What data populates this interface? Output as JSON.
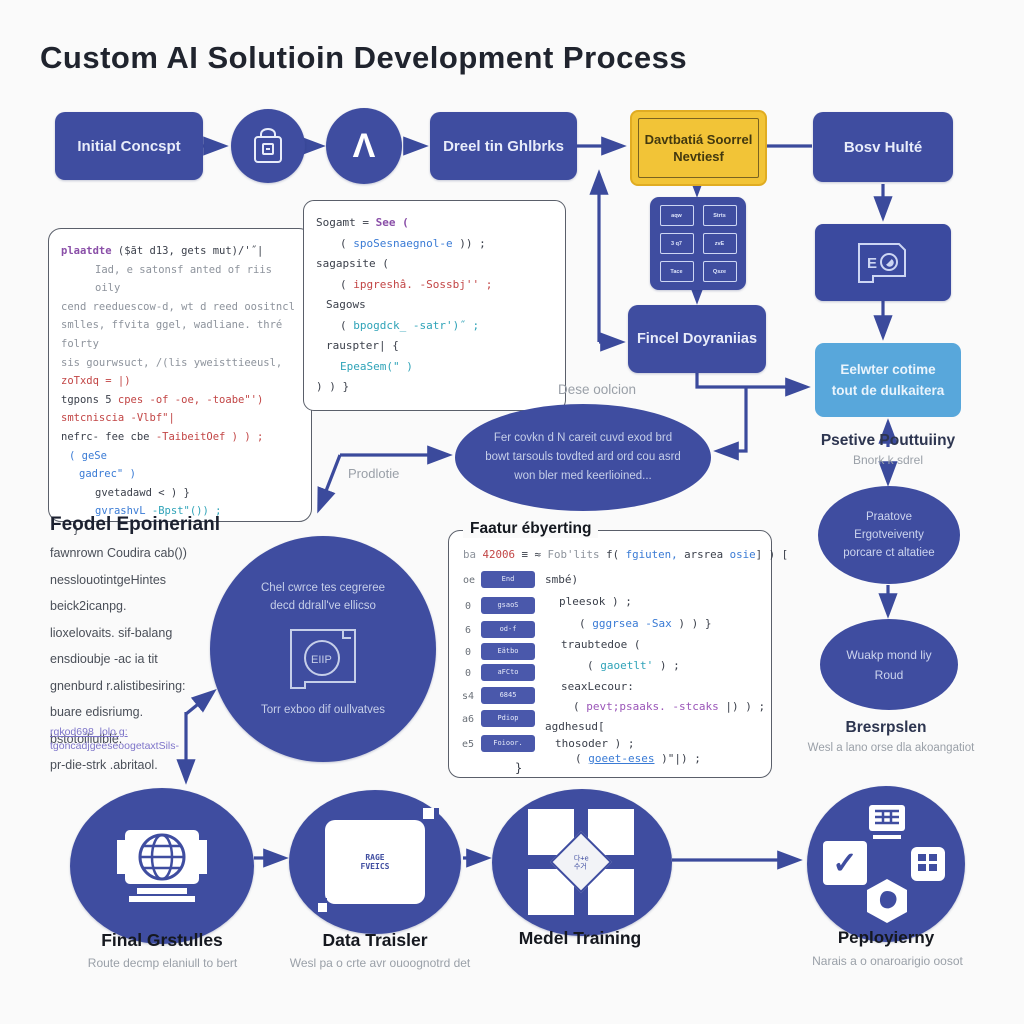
{
  "title": "Custom AI Solutioin Development Process",
  "palette": {
    "indigo": "#3f4da0",
    "yellow": "#f2c437",
    "light_blue": "#58a7db",
    "arrow": "#3b4a9c",
    "title_text": "#20242e",
    "caption_gray": "#9aa0a8"
  },
  "top_row": {
    "box1": "Initial Concspt",
    "bag_icon": "bag-icon",
    "lambda_glyph": "Λ",
    "box2": "Dreel tin Ghlbrks",
    "source_box": {
      "l1": "Davtbatiá Soorrel",
      "l2": "Nevtiesf"
    },
    "box3": "Bosv Hulté"
  },
  "grid_box": {
    "cells": [
      "aqw",
      "Strts",
      "3 q7",
      "zvE",
      "Tace",
      "Qsze"
    ]
  },
  "final_box": "Fincel Doyraniias",
  "right_col": {
    "eq_icon_text": "EQ",
    "blue_box": {
      "l1": "Eelwter cotime",
      "l2": "tout de dulkaitera"
    },
    "positive_label": "Psetive Pouttuiiny",
    "positive_caption": "Bnork k sdrel",
    "ellipse1": {
      "l1": "Praatove",
      "l2": "Ergotveiventy",
      "l3": "porcare ct altatiee"
    },
    "ellipse2": {
      "l1": "Wuakp mond liy",
      "l2": "Roud"
    },
    "bres_label": "Bresrpslen",
    "bres_caption": "Wesl a lano orse dla akoangatiot"
  },
  "code_left": {
    "lines": [
      [
        "plaatdte",
        " ($ãt d13, gets mut)/'˝|"
      ],
      [
        "Iad, e satonsf anted of riis oily"
      ],
      [
        "cend reeduescow-d, wt d reed oositncl"
      ],
      [
        "smlles, ffvita ggel, wadliane. thré folrty"
      ],
      [
        "sis gourwsuct, /(lis yweisttieeusl,"
      ],
      [
        "zoTxdq = |)"
      ],
      [
        "tgpons 5 ",
        "cpes -of -oe, -toabe\"')"
      ],
      [
        "smtcniscia -Vlbf\"|"
      ],
      [
        "nefrc- fee cbe ",
        "-TaibeitOef ) ) ;"
      ],
      [
        "( geSe"
      ],
      [
        "gadrec\" )"
      ],
      [
        "gvetadawd < ) }"
      ],
      [
        "gvrashvL ",
        "-Bpst\"()) ;"
      ],
      [
        "}"
      ]
    ]
  },
  "code_mid": {
    "lines": [
      [
        "Sogamt = ",
        "See ("
      ],
      [
        "( ",
        "spoSesnaegnol-e",
        " )) ;"
      ],
      [
        "sagapsite    ("
      ],
      [
        "( ",
        "ipgreshâ. -Sossbj'' ;"
      ],
      [
        "Sagows"
      ],
      [
        "( ",
        "bpogdck_ -satr')˝ ;"
      ],
      [
        "rauspter| {"
      ],
      [
        "EpeaSem(\" )"
      ],
      [
        ") )   }"
      ]
    ]
  },
  "mid_ellipse": {
    "caption": "Dese oolcion",
    "l1": "Fer covkn d N careit cuvd exod brd",
    "l2": "bowt tarsouls tovdted ard ord cou asrd",
    "l3": "won bler med keerlioined..."
  },
  "prod_label": "Prodlotie",
  "big_circle": {
    "l1": "Chel cwrce tes cegreree",
    "l2": "decd ddrall've ellicso",
    "icon_text": "EIIP",
    "l3": "Torr exboo dif oullvatves"
  },
  "left_list": {
    "heading": "Feodel Epoinerianl",
    "items": [
      "fawnrown Coudira cab())",
      "nesslouotintgeHintes",
      "beick2icanpg.",
      "lioxelovaits. sif-balang",
      "ensdioubje -ac ia tit",
      "gnenburd r.alistibesiring:",
      "buare edisriumg.",
      "bstotoiliulblé.",
      "pr-die-strk .abritaol."
    ],
    "purple_items": [
      "rgkod698_lolo g:",
      "tgoncadjgeeseoogetaxtSils-"
    ]
  },
  "feature_block": {
    "title": "Faatur ébyerting",
    "gutters": [
      "oe",
      "0",
      "6",
      "0",
      "0",
      "s4",
      "a6",
      "e5"
    ],
    "buttons": [
      "End",
      "gsaoS",
      "od-f",
      "Eätbo",
      "aFCto",
      "6845",
      "Pdiop",
      "Foioor."
    ],
    "header": [
      "ba ",
      "42006",
      " ≡ ≈ ",
      "Fob'lits",
      " f( ",
      "fgiuten,",
      " arsrea ",
      "osie",
      "] ) ["
    ],
    "code": [
      [
        "smbé)"
      ],
      [
        "pleesok ) ;"
      ],
      [
        "( ",
        "gggrsea -Sax",
        " ) ) }"
      ],
      [
        "traubtedoe ("
      ],
      [
        "( ",
        "gaoetlt'",
        " ) ;"
      ],
      [
        "seaxLecour:"
      ],
      [
        "( ",
        "pevt;psaaks. -stcaks",
        " |) ) ;"
      ],
      [
        "agdhesud["
      ],
      [
        "thosoder ) ;"
      ],
      [
        "( ",
        "goeet-eses",
        " )\"|) ;"
      ],
      [
        "}"
      ]
    ]
  },
  "bottom_row": {
    "c1": {
      "label": "Final Grstulles",
      "caption": "Route decmp elaniull to bert"
    },
    "c2": {
      "label": "Data Traisler",
      "caption": "Wesl pa o crte avr ouoognotrd det",
      "card_l1": "RAGE",
      "card_l2": "FVEICS"
    },
    "c3": {
      "label": "Medel Training"
    },
    "c4": {
      "label": "Peployierny",
      "caption": "Narais a o onaroarigio oosot",
      "check_glyph": "✓"
    }
  }
}
